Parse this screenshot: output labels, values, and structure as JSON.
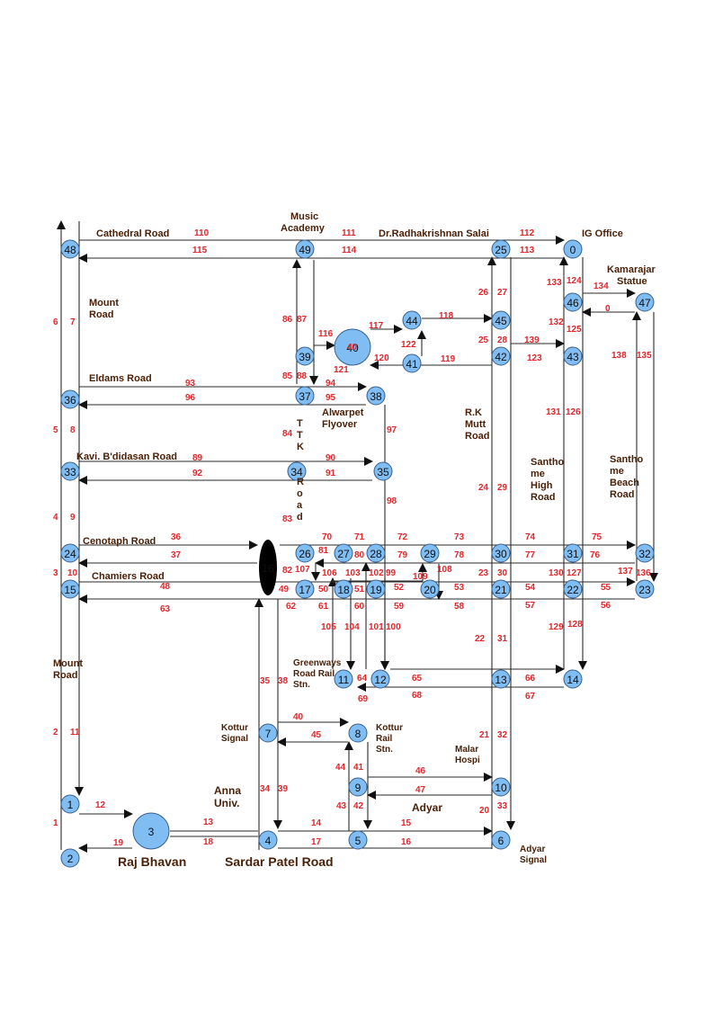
{
  "colors": {
    "node_fill": "#80bdf2",
    "node_stroke": "#3a5f8a",
    "edge_label": "#e0262a",
    "place_label": "#4a2108",
    "line": "#2a2a2a"
  },
  "nodes": [
    {
      "id": "0",
      "label": "0"
    },
    {
      "id": "1",
      "label": "1"
    },
    {
      "id": "2",
      "label": "2"
    },
    {
      "id": "3",
      "label": "3"
    },
    {
      "id": "4",
      "label": "4"
    },
    {
      "id": "5",
      "label": "5"
    },
    {
      "id": "6",
      "label": "6"
    },
    {
      "id": "7",
      "label": "7"
    },
    {
      "id": "8",
      "label": "8"
    },
    {
      "id": "9",
      "label": "9"
    },
    {
      "id": "10",
      "label": "10"
    },
    {
      "id": "11",
      "label": "11"
    },
    {
      "id": "12",
      "label": "12"
    },
    {
      "id": "13",
      "label": "13"
    },
    {
      "id": "14",
      "label": "14"
    },
    {
      "id": "15",
      "label": "15"
    },
    {
      "id": "16",
      "label": "16"
    },
    {
      "id": "17",
      "label": "17"
    },
    {
      "id": "18",
      "label": "18"
    },
    {
      "id": "19",
      "label": "19"
    },
    {
      "id": "20",
      "label": "20"
    },
    {
      "id": "21",
      "label": "21"
    },
    {
      "id": "22",
      "label": "22"
    },
    {
      "id": "23",
      "label": "23"
    },
    {
      "id": "24",
      "label": "24"
    },
    {
      "id": "25",
      "label": "25"
    },
    {
      "id": "26",
      "label": "26"
    },
    {
      "id": "27",
      "label": "27"
    },
    {
      "id": "28",
      "label": "28"
    },
    {
      "id": "29",
      "label": "29"
    },
    {
      "id": "30",
      "label": "30"
    },
    {
      "id": "31",
      "label": "31"
    },
    {
      "id": "32",
      "label": "32"
    },
    {
      "id": "33",
      "label": "33"
    },
    {
      "id": "34",
      "label": "34"
    },
    {
      "id": "35",
      "label": "35"
    },
    {
      "id": "36",
      "label": "36"
    },
    {
      "id": "37",
      "label": "37"
    },
    {
      "id": "38",
      "label": "38"
    },
    {
      "id": "39",
      "label": "39"
    },
    {
      "id": "40",
      "label": "40"
    },
    {
      "id": "41",
      "label": "41"
    },
    {
      "id": "42",
      "label": "42"
    },
    {
      "id": "43",
      "label": "43"
    },
    {
      "id": "44",
      "label": "44"
    },
    {
      "id": "45",
      "label": "45"
    },
    {
      "id": "46",
      "label": "46"
    },
    {
      "id": "47",
      "label": "47"
    },
    {
      "id": "48",
      "label": "48"
    },
    {
      "id": "49",
      "label": "49"
    }
  ],
  "edge_labels": [
    "110",
    "111",
    "112",
    "115",
    "114",
    "113",
    "6",
    "7",
    "86",
    "87",
    "26",
    "27",
    "133",
    "124",
    "134",
    "116",
    "117",
    "118",
    "132",
    "0",
    "122",
    "40",
    "25",
    "28",
    "139",
    "125",
    "120",
    "121",
    "119",
    "123",
    "85",
    "88",
    "94",
    "93",
    "96",
    "95",
    "138",
    "135",
    "5",
    "8",
    "84",
    "97",
    "131",
    "126",
    "89",
    "90",
    "92",
    "91",
    "4",
    "9",
    "83",
    "98",
    "24",
    "29",
    "36",
    "70",
    "71",
    "72",
    "73",
    "74",
    "75",
    "37",
    "82",
    "81",
    "80",
    "79",
    "78",
    "77",
    "76",
    "3",
    "10",
    "107",
    "106",
    "103",
    "102",
    "99",
    "109",
    "108",
    "23",
    "30",
    "130",
    "127",
    "137",
    "136",
    "48",
    "49",
    "50",
    "51",
    "52",
    "53",
    "54",
    "55",
    "63",
    "62",
    "61",
    "60",
    "59",
    "58",
    "57",
    "56",
    "105",
    "104",
    "101",
    "100",
    "22",
    "31",
    "129",
    "128",
    "35",
    "38",
    "64",
    "65",
    "66",
    "69",
    "68",
    "67",
    "2",
    "11",
    "40",
    "45",
    "21",
    "32",
    "44",
    "41",
    "46",
    "34",
    "39",
    "47",
    "20",
    "33",
    "1",
    "12",
    "13",
    "14",
    "15",
    "43",
    "42",
    "19",
    "18",
    "17",
    "16"
  ],
  "places": {
    "cathedral_road": "Cathedral Road",
    "music_academy_1": "Music",
    "music_academy_2": "Academy",
    "dr_rs_salai": "Dr.Radhakrishnan Salai",
    "ig_office": "IG Office",
    "kamarajar_1": "Kamarajar",
    "kamarajar_2": "Statue",
    "mount_road_top_1": "Mount",
    "mount_road_top_2": "Road",
    "eldams_road": "Eldams Road",
    "alwarpet_1": "Alwarpet",
    "alwarpet_2": "Flyover",
    "rk_mutt_1": "R.K",
    "rk_mutt_2": "Mutt",
    "rk_mutt_3": "Road",
    "ttk": [
      "T",
      "T",
      "K",
      "",
      "R",
      "o",
      "a",
      "d"
    ],
    "kavi_road": "Kavi. B'didasan Road",
    "santhome_high": [
      "Santho",
      "me",
      "High",
      "Road"
    ],
    "santhome_beach": [
      "Santho",
      "me",
      "Beach",
      "Road"
    ],
    "cenotaph_road": "Cenotaph Road",
    "chamiers_road": "Chamiers Road",
    "mount_road_bottom_1": "Mount",
    "mount_road_bottom_2": "Road",
    "greenways": [
      "Greenways",
      "Road Rail",
      "Stn."
    ],
    "kottur_signal_1": "Kottur",
    "kottur_signal_2": "Signal",
    "kottur_rail": [
      "Kottur",
      "Rail",
      "Stn."
    ],
    "malar_1": "Malar",
    "malar_2": "Hospi",
    "anna_univ_1": "Anna",
    "anna_univ_2": "Univ.",
    "adyar": "Adyar",
    "adyar_signal_1": "Adyar",
    "adyar_signal_2": "Signal",
    "raj_bhavan": "Raj Bhavan",
    "sardar_patel": "Sardar Patel Road"
  }
}
